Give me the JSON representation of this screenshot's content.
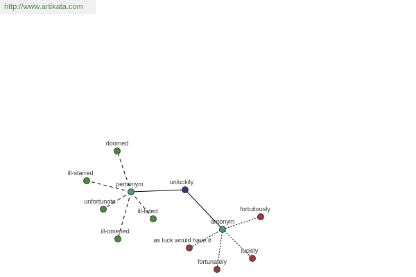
{
  "header": {
    "url": "http://www.artikata.com"
  },
  "colors": {
    "center": "#33337a",
    "relation": "#4a9a8e",
    "pertainym_leaf": "#4a8a3a",
    "antonym_leaf": "#9a3a3a",
    "edge": "#000000",
    "label": "#333333"
  },
  "graph": {
    "center": {
      "id": "unluckily",
      "label": "unluckily"
    },
    "relations": [
      {
        "id": "pertainym",
        "label": "pertainym",
        "style": "dashed",
        "leaves": [
          {
            "id": "doomed",
            "label": "doomed"
          },
          {
            "id": "ill-starred",
            "label": "ill-starred"
          },
          {
            "id": "unfortunate",
            "label": "unfortunate"
          },
          {
            "id": "ill-fated",
            "label": "ill-fated"
          },
          {
            "id": "ill-omened",
            "label": "ill-omened"
          }
        ]
      },
      {
        "id": "antonym",
        "label": "antonym",
        "style": "dotted",
        "leaves": [
          {
            "id": "fortuitously",
            "label": "fortuitously"
          },
          {
            "id": "as-luck-would-have-it",
            "label": "as luck would have it"
          },
          {
            "id": "fortunately",
            "label": "fortunately"
          },
          {
            "id": "luckily",
            "label": "luckily"
          }
        ]
      }
    ]
  }
}
